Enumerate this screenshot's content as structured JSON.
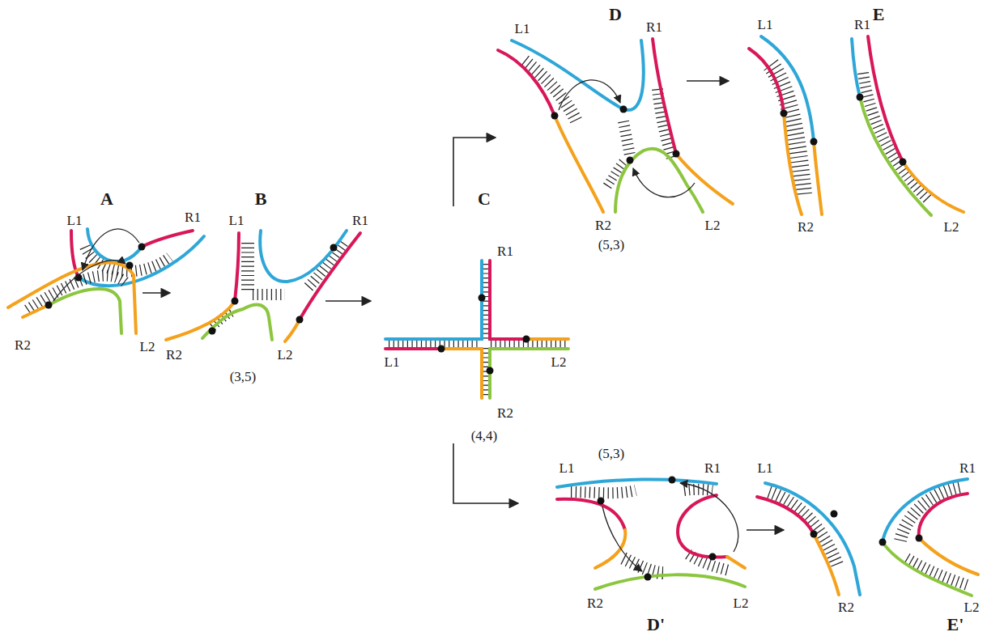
{
  "diagram": {
    "labels": [
      "D",
      "E",
      "L1",
      "R1",
      "L1",
      "R1",
      "R2",
      "L2",
      "R2",
      "L2",
      "(5,3)",
      "A",
      "B",
      "C",
      "L1",
      "R1",
      "L1",
      "R1",
      "R1",
      "L1",
      "L2",
      "R2",
      "L2",
      "R2",
      "L2",
      "R2",
      "(3,5)",
      "(4,4)",
      "(5,3)",
      "L1",
      "R1",
      "L1",
      "R1",
      "R2",
      "L2",
      "R2",
      "L2",
      "D'",
      "E'"
    ]
  }
}
